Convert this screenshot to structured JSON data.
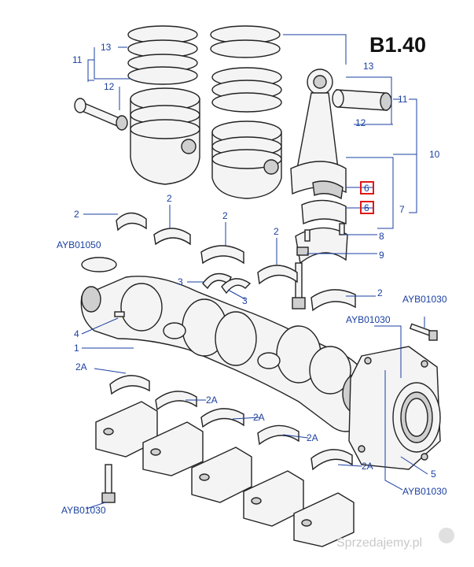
{
  "diagram": {
    "title": "B1.40",
    "labels": {
      "ring_set_left": "13",
      "piston_assy_left": "11",
      "pin_left": "12",
      "ring_set_right": "13",
      "piston_assy_right": "11",
      "pin_right": "12",
      "piston_rod_assy": "10",
      "rod_assy": "7",
      "bearing_upper_hl": "6",
      "bearing_lower_hl": "6",
      "bolt": "8",
      "nut": "9",
      "bearing_2a": "2",
      "bearing_2b": "2",
      "bearing_2c": "2",
      "bearing_2d": "2",
      "bearing_2e": "2",
      "ayb_left_top": "AYB01050",
      "thrust_3a": "3",
      "thrust_3b": "3",
      "key_4": "4",
      "crank_1": "1",
      "ayb_right_bolt": "AYB01030",
      "ayb_center": "AYB01030",
      "main_2A_a": "2A",
      "main_2A_b": "2A",
      "main_2A_c": "2A",
      "main_2A_d": "2A",
      "main_2A_e": "2A",
      "seal_5": "5",
      "ayb_bottom_right": "AYB01030",
      "ayb_bottom_left": "AYB01030"
    },
    "highlight_color": "#e01818",
    "label_color": "#1a3fa0"
  },
  "watermark": "Sprzedajemy.pl"
}
